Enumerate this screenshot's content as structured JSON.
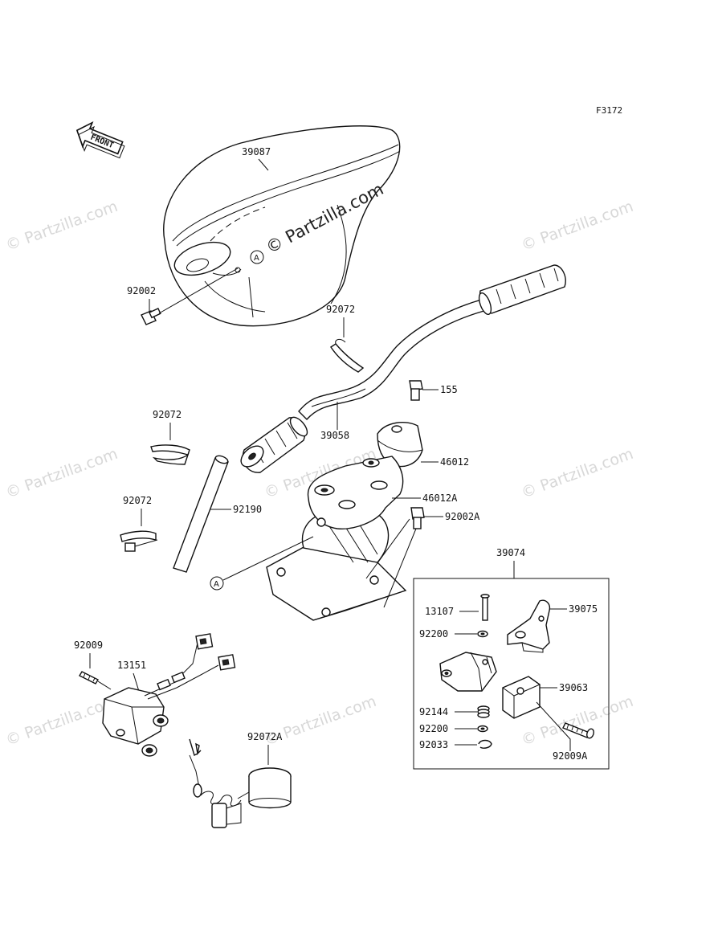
{
  "figure_code": "F3172",
  "front_label": "FRONT",
  "ref_marker": "A",
  "watermark": {
    "text": "© Partzilla.com",
    "featured_text": "© Partzilla.com"
  },
  "parts": {
    "p39087": "39087",
    "p92002": "92002",
    "p92072_top": "92072",
    "p155": "155",
    "p39058": "39058",
    "p92072_mid": "92072",
    "p46012": "46012",
    "p46012A": "46012A",
    "p92002A": "92002A",
    "p92072_low": "92072",
    "p92190": "92190",
    "p39074": "39074",
    "p13107": "13107",
    "p39075": "39075",
    "p92200_a": "92200",
    "p39063": "39063",
    "p92144": "92144",
    "p92200_b": "92200",
    "p92033": "92033",
    "p92009A": "92009A",
    "p92009": "92009",
    "p13151": "13151",
    "p92072A": "92072A"
  }
}
